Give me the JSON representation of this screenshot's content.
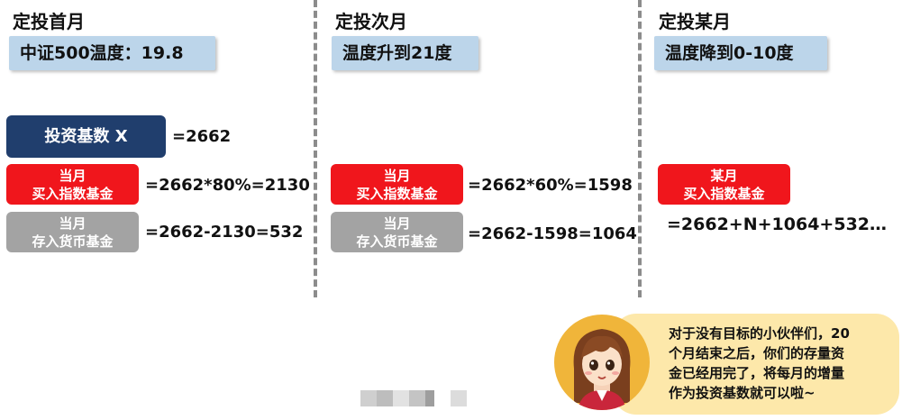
{
  "columns": [
    {
      "title": "定投首月",
      "temp_label": "中证500温度：19.8",
      "base_label": "投资基数 X",
      "base_value": "=2662",
      "index_box": [
        "当月",
        "买入指数基金"
      ],
      "index_formula": "=2662*80%=2130",
      "money_box": [
        "当月",
        "存入货币基金"
      ],
      "money_formula": "=2662-2130=532"
    },
    {
      "title": "定投次月",
      "temp_label": "温度升到21度",
      "index_box": [
        "当月",
        "买入指数基金"
      ],
      "index_formula": "=2662*60%=1598",
      "money_box": [
        "当月",
        "存入货币基金"
      ],
      "money_formula": "=2662-1598=1064"
    },
    {
      "title": "定投某月",
      "temp_label": "温度降到0-10度",
      "index_box": [
        "某月",
        "买入指数基金"
      ],
      "total_formula": "=2662+N+1064+532…"
    }
  ],
  "note": {
    "lines": [
      "对于没有目标的小伙伴们，20",
      "个月结束之后，你们的存量资",
      "金已经用完了，将每月的增量",
      "作为投资基数就可以啦~"
    ]
  },
  "colors": {
    "label_blue": "#bcd5ea",
    "red": "#f0161c",
    "gray": "#a3a3a3",
    "navy": "#203e6d",
    "bubble": "#fde8aa",
    "avatar": "#f0b53a"
  }
}
